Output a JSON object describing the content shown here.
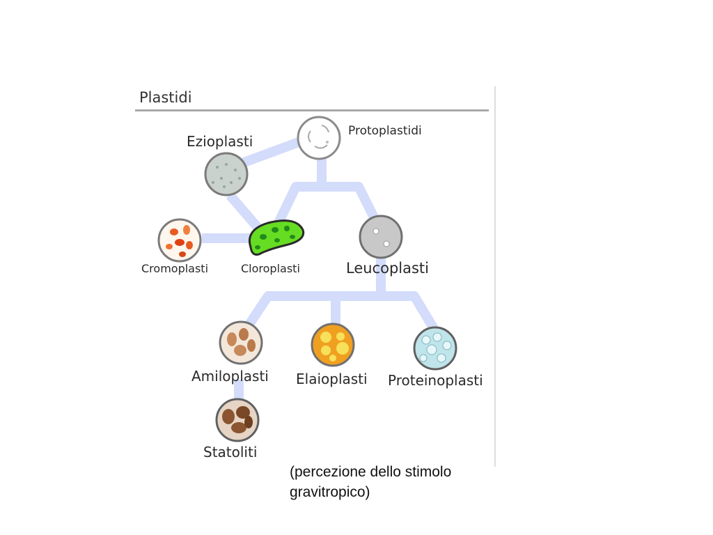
{
  "title": "Plastidi",
  "nodes": {
    "protoplastidi": "Protoplastidi",
    "ezioplasti": "Ezioplasti",
    "cromoplasti": "Cromoplasti",
    "cloroplasti": "Cloroplasti",
    "leucoplasti": "Leucoplasti",
    "amiloplasti": "Amiloplasti",
    "elaioplasti": "Elaioplasti",
    "proteinoplasti": "Proteinoplasti",
    "statoliti": "Statoliti"
  },
  "note": {
    "line1": "(percezione dello stimolo",
    "line2": "gravitropico)"
  },
  "colors": {
    "connector": "#d3dcfa",
    "rule": "#a8a8a8",
    "chloroplast": "#66dd22",
    "elaioplast": "#f7d21a",
    "proteinoplast": "#bfe4ea",
    "amyloplast": "#c8895a",
    "statolith": "#8a5530",
    "chromoplast": "#e85a20"
  }
}
